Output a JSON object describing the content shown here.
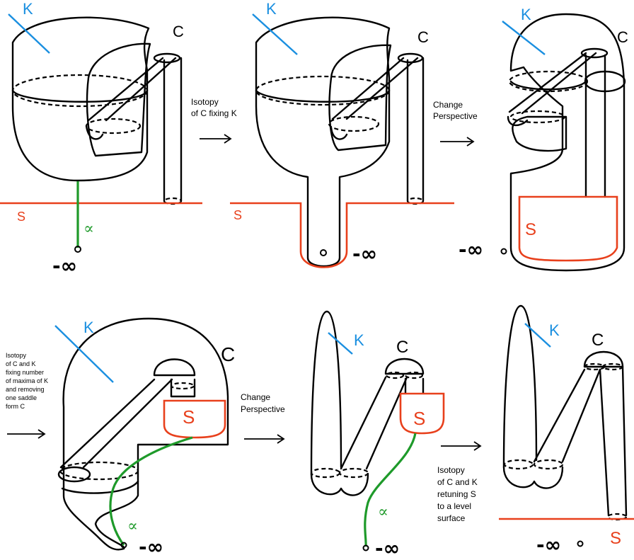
{
  "labels": {
    "K": "K",
    "C": "C",
    "S": "S",
    "alpha": "∝",
    "minus_inf": "-∞"
  },
  "captions": {
    "step1": [
      "Isotopy",
      "of C fixing K"
    ],
    "step2": [
      "Change",
      "Perspective"
    ],
    "step3": [
      "Isotopy",
      "of C and K",
      "fixing number",
      "of maxima of K",
      "and removing",
      "one saddle",
      "form C"
    ],
    "step4": [
      "Change",
      "Perspective"
    ],
    "step5": [
      "Isotopy",
      "of C and K",
      "retuning S",
      "to a level",
      "surface"
    ]
  },
  "colors": {
    "knot_K": "#1a8fe0",
    "surface_S": "#e8401c",
    "arc_alpha": "#1e9a2a",
    "ink": "#000000"
  }
}
